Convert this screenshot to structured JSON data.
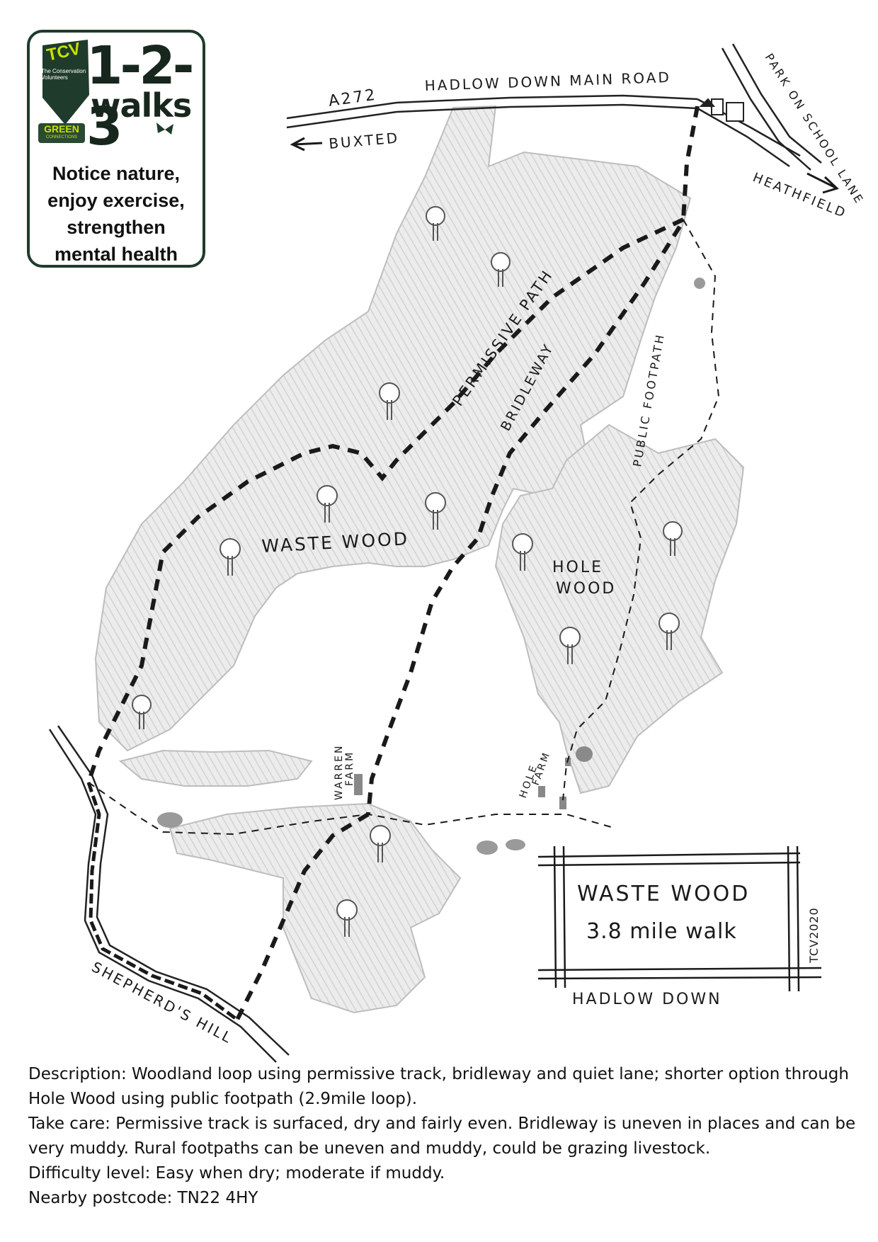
{
  "logo": {
    "tcv": "TCV",
    "tcv_subtitle": "The Conservation Volunteers",
    "brand_numbers": "1-2-3",
    "brand_word": "walks",
    "green_connections_1": "GREEN",
    "green_connections_2": "CONNECTIONS",
    "tagline": [
      "Notice nature,",
      "enjoy exercise,",
      "strengthen",
      "mental health"
    ]
  },
  "map": {
    "road_a272": "A272",
    "road_main": "HADLOW DOWN MAIN ROAD",
    "dir_buxted": "BUXTED",
    "dir_heathfield": "HEATHFIELD",
    "parking": "PARK ON SCHOOL LANE",
    "path_permissive": "PERMISSIVE PATH",
    "path_bridleway": "BRIDLEWAY",
    "path_public_footpath": "PUBLIC FOOTPATH",
    "wood_waste": "WASTE WOOD",
    "wood_hole_1": "HOLE",
    "wood_hole_2": "WOOD",
    "farm_warren_1": "WARREN",
    "farm_warren_2": "FARM",
    "farm_hole_1": "HOLE",
    "farm_hole_2": "FARM",
    "road_shepherds_hill": "SHEPHERD'S HILL",
    "title_line1": "WASTE WOOD",
    "title_line2": "3.8 mile walk",
    "credit": "TCV2020",
    "location": "HADLOW DOWN"
  },
  "info": {
    "description": "Description: Woodland loop using permissive track, bridleway and quiet lane; shorter option through Hole Wood using public footpath (2.9mile loop).",
    "take_care": "Take care: Permissive track is surfaced, dry and fairly even. Bridleway is uneven in places and can be very muddy. Rural footpaths can be uneven and muddy, could be grazing livestock.",
    "difficulty": "Difficulty level: Easy when dry; moderate if muddy.",
    "postcode": "Nearby postcode: TN22 4HY"
  },
  "colors": {
    "brand_dark": "#1f3b2c",
    "brand_lime": "#c8e100",
    "woodland": "#e6e6e6",
    "ink": "#1a1a1a"
  }
}
